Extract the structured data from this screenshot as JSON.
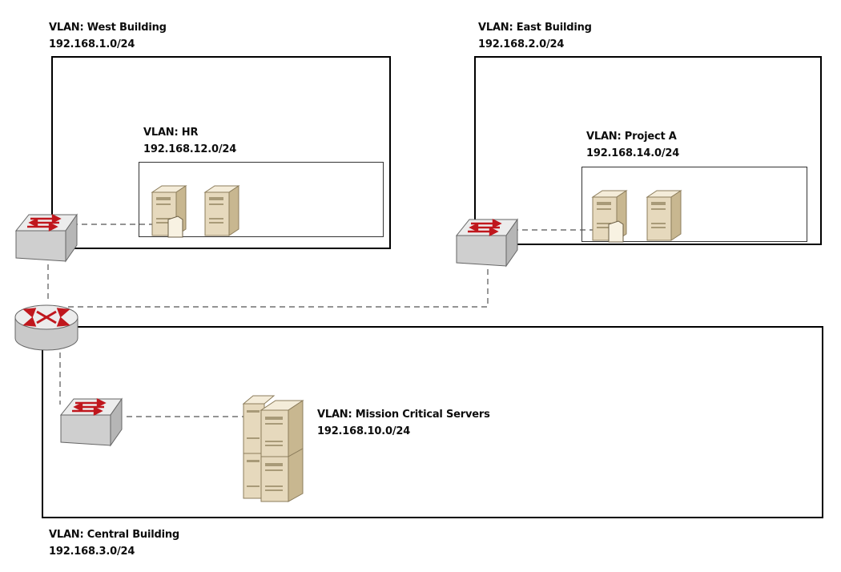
{
  "vlans": {
    "west": {
      "name": "VLAN: West Building",
      "subnet": "192.168.1.0/24"
    },
    "east": {
      "name": "VLAN: East Building",
      "subnet": "192.168.2.0/24"
    },
    "hr": {
      "name": "VLAN: HR",
      "subnet": "192.168.12.0/24"
    },
    "project_a": {
      "name": "VLAN: Project A",
      "subnet": "192.168.14.0/24"
    },
    "mission": {
      "name": "VLAN: Mission Critical Servers",
      "subnet": "192.168.10.0/24"
    },
    "central": {
      "name": "VLAN: Central Building",
      "subnet": "192.168.3.0/24"
    }
  },
  "colors": {
    "arrow": "#c0171d",
    "server_body": "#e6d9bd",
    "device_body": "#d3d3d3",
    "border": "#000000"
  },
  "icons": {
    "router": "router-icon",
    "switch": "switch-icon",
    "server": "server-icon"
  }
}
